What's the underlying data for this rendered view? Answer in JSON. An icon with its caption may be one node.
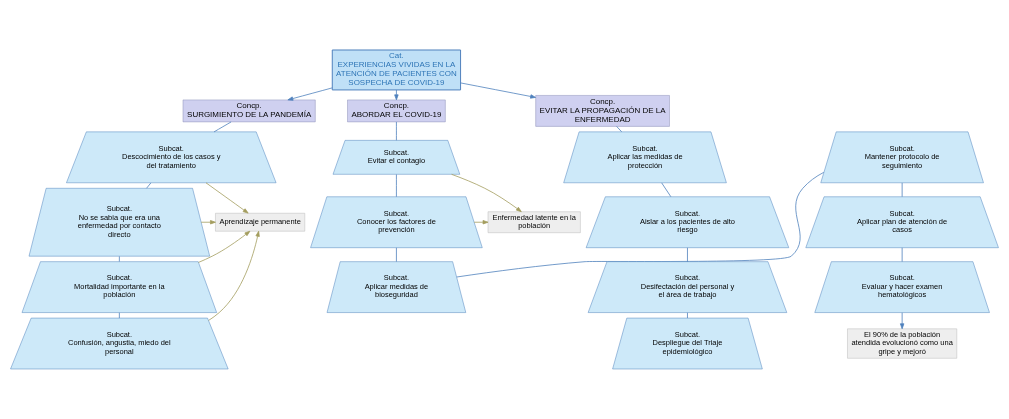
{
  "diagram": {
    "nodes": [
      {
        "text": [
          "Cat.",
          "EXPERIENCIAS VIVIDAS EN LA ATENCIÓN DE PACIENTES CON SOSPECHA DE COVID-19"
        ]
      },
      {
        "text": [
          "Concp.",
          "SURGIMIENTO DE LA PANDEMÍA"
        ]
      },
      {
        "text": [
          "Subcat.",
          "Descocimiento de los casos y del tratamiento"
        ]
      },
      {
        "text": [
          "Subcat.",
          "No se sabia que era una enfermedad por contacto directo"
        ]
      },
      {
        "text": [
          "Subcat.",
          "Mortalidad importante en la población"
        ]
      },
      {
        "text": [
          "Subcat.",
          "Confusión, angustia, miedo del personal"
        ]
      },
      {
        "text": [
          "Aprendizaje permanente"
        ]
      },
      {
        "text": [
          "Concp.",
          "ABORDAR EL COVID-19"
        ]
      },
      {
        "text": [
          "Subcat.",
          "Evitar el contagio"
        ]
      },
      {
        "text": [
          "Subcat.",
          "Conocer los factores de prevención"
        ]
      },
      {
        "text": [
          "Enfermedad latente en la población"
        ]
      },
      {
        "text": [
          "Subcat.",
          "Aplicar medidas de bioseguridad"
        ]
      },
      {
        "text": [
          "Subcat.",
          "Mantener protocolo de seguimiento"
        ]
      },
      {
        "text": [
          "Subcat.",
          "Aplicar plan de atención de casos"
        ]
      },
      {
        "text": [
          "Subcat.",
          "Evaluar y hacer examen hematológicos"
        ]
      },
      {
        "text": [
          "El 90% de la población atendida evolucionó como una gripe y mejoró"
        ]
      },
      {
        "text": [
          "Concp.",
          "EVITAR LA PROPAGACIÓN DE LA ENFERMEDAD"
        ]
      },
      {
        "text": [
          "Subcat.",
          "Aplicar las medidas de protección"
        ]
      },
      {
        "text": [
          "Subcat.",
          "Aislar a los pacientes de alto riesgo"
        ]
      },
      {
        "text": [
          "Subcat.",
          "Desifectación del personal y el área de trabajo"
        ]
      },
      {
        "text": [
          "Subcat.",
          "Despliegue del Triaje epidemiológico"
        ]
      }
    ],
    "edges": [
      {
        "from": 0,
        "to": 1,
        "arrow": "to"
      },
      {
        "from": 0,
        "to": 7,
        "arrow": "to"
      },
      {
        "from": 0,
        "to": 16,
        "arrow": "to"
      },
      {
        "from": 1,
        "to": 2,
        "arrow": "none"
      },
      {
        "from": 2,
        "to": 3,
        "arrow": "none"
      },
      {
        "from": 3,
        "to": 4,
        "arrow": "none"
      },
      {
        "from": 4,
        "to": 5,
        "arrow": "none"
      },
      {
        "from": 2,
        "to": 6,
        "arrow": "to",
        "color": "#a39d5e"
      },
      {
        "from": 3,
        "to": 6,
        "arrow": "to",
        "color": "#a39d5e"
      },
      {
        "from": 4,
        "to": 6,
        "arrow": "to",
        "color": "#a39d5e"
      },
      {
        "from": 5,
        "to": 6,
        "arrow": "to",
        "color": "#a39d5e"
      },
      {
        "from": 7,
        "to": 8,
        "arrow": "none"
      },
      {
        "from": 8,
        "to": 9,
        "arrow": "none"
      },
      {
        "from": 8,
        "to": 10,
        "arrow": "to",
        "color": "#a39d5e"
      },
      {
        "from": 9,
        "to": 10,
        "arrow": "to",
        "color": "#a39d5e"
      },
      {
        "from": 9,
        "to": 11,
        "arrow": "none"
      },
      {
        "from": 11,
        "to": 12,
        "arrow": "none"
      },
      {
        "from": 12,
        "to": 13,
        "arrow": "none"
      },
      {
        "from": 13,
        "to": 14,
        "arrow": "none"
      },
      {
        "from": 14,
        "to": 15,
        "arrow": "to"
      },
      {
        "from": 16,
        "to": 17,
        "arrow": "none"
      },
      {
        "from": 17,
        "to": 18,
        "arrow": "none"
      },
      {
        "from": 18,
        "to": 19,
        "arrow": "none"
      },
      {
        "from": 19,
        "to": 20,
        "arrow": "none"
      }
    ]
  }
}
